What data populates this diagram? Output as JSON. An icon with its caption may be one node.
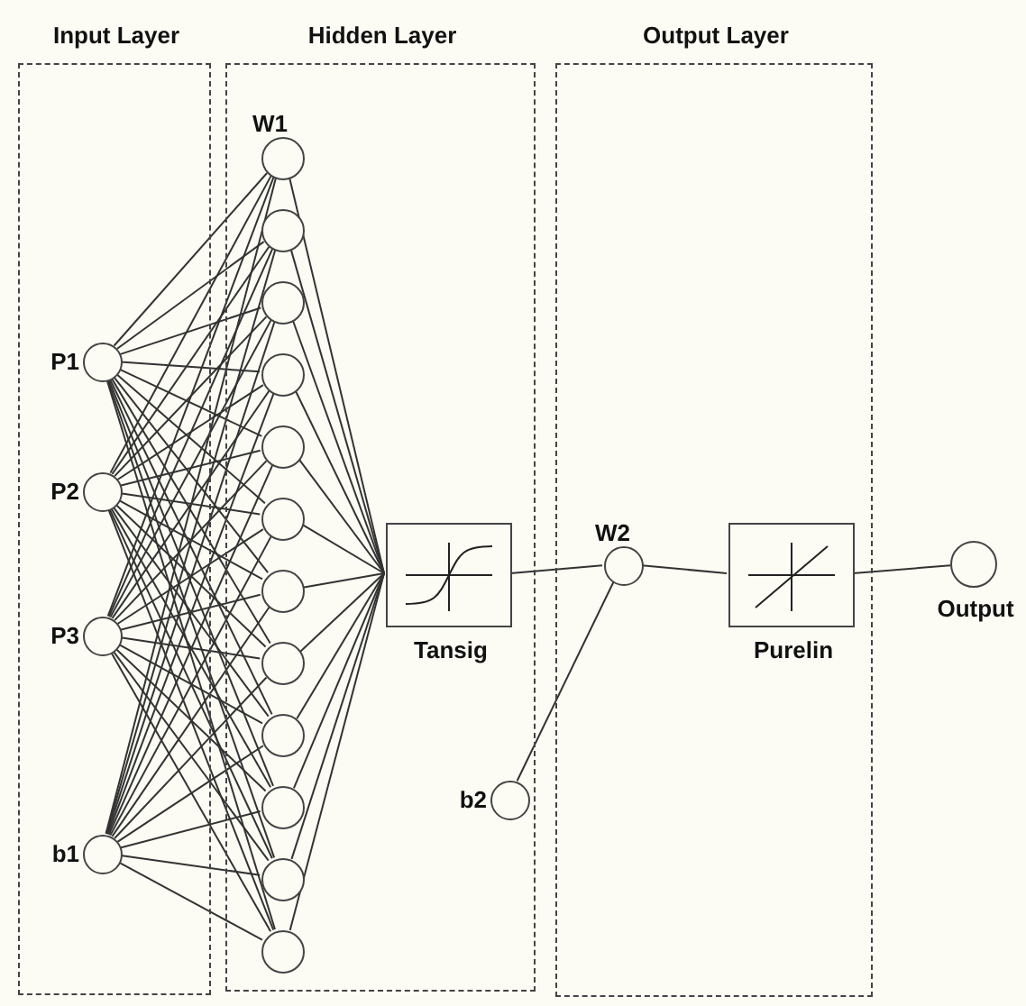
{
  "diagram": {
    "nodes": [
      {
        "text": [
          "Input Layer"
        ]
      },
      {
        "text": [
          "P1"
        ],
        "in": 0
      },
      {
        "text": [
          "P2"
        ],
        "in": 0
      },
      {
        "text": [
          "P3"
        ],
        "in": 0
      },
      {
        "text": [
          "b1"
        ],
        "in": 0
      },
      {
        "text": [
          "Hidden Layer"
        ]
      },
      {
        "text": [
          "W1"
        ],
        "in": 5
      },
      {
        "text": [],
        "shape": "circle",
        "in": 5
      },
      {
        "text": [],
        "shape": "circle",
        "in": 5
      },
      {
        "text": [],
        "shape": "circle",
        "in": 5
      },
      {
        "text": [],
        "shape": "circle",
        "in": 5
      },
      {
        "text": [],
        "shape": "circle",
        "in": 5
      },
      {
        "text": [],
        "shape": "circle",
        "in": 5
      },
      {
        "text": [],
        "shape": "circle",
        "in": 5
      },
      {
        "text": [],
        "shape": "circle",
        "in": 5
      },
      {
        "text": [],
        "shape": "circle",
        "in": 5
      },
      {
        "text": [],
        "shape": "circle",
        "in": 5
      },
      {
        "text": [],
        "shape": "circle",
        "in": 5
      },
      {
        "text": [
          "Tansig"
        ],
        "in": 5
      },
      {
        "text": [
          "b2"
        ],
        "in": 5
      },
      {
        "text": [
          "Output Layer"
        ]
      },
      {
        "text": [
          "W2"
        ],
        "in": 20
      },
      {
        "text": [
          "Purelin"
        ],
        "in": 20
      },
      {
        "text": [
          "Output"
        ]
      }
    ],
    "edges": [
      {
        "from": 1,
        "to": 6,
        "arrow": "none"
      },
      {
        "from": 1,
        "to": 7,
        "arrow": "none"
      },
      {
        "from": 1,
        "to": 8,
        "arrow": "none"
      },
      {
        "from": 1,
        "to": 9,
        "arrow": "none"
      },
      {
        "from": 1,
        "to": 10,
        "arrow": "none"
      },
      {
        "from": 1,
        "to": 11,
        "arrow": "none"
      },
      {
        "from": 1,
        "to": 12,
        "arrow": "none"
      },
      {
        "from": 1,
        "to": 13,
        "arrow": "none"
      },
      {
        "from": 1,
        "to": 14,
        "arrow": "none"
      },
      {
        "from": 1,
        "to": 15,
        "arrow": "none"
      },
      {
        "from": 1,
        "to": 16,
        "arrow": "none"
      },
      {
        "from": 1,
        "to": 17,
        "arrow": "none"
      },
      {
        "from": 2,
        "to": 6,
        "arrow": "none"
      },
      {
        "from": 2,
        "to": 7,
        "arrow": "none"
      },
      {
        "from": 2,
        "to": 8,
        "arrow": "none"
      },
      {
        "from": 2,
        "to": 9,
        "arrow": "none"
      },
      {
        "from": 2,
        "to": 10,
        "arrow": "none"
      },
      {
        "from": 2,
        "to": 11,
        "arrow": "none"
      },
      {
        "from": 2,
        "to": 12,
        "arrow": "none"
      },
      {
        "from": 2,
        "to": 13,
        "arrow": "none"
      },
      {
        "from": 2,
        "to": 14,
        "arrow": "none"
      },
      {
        "from": 2,
        "to": 15,
        "arrow": "none"
      },
      {
        "from": 2,
        "to": 16,
        "arrow": "none"
      },
      {
        "from": 2,
        "to": 17,
        "arrow": "none"
      },
      {
        "from": 3,
        "to": 6,
        "arrow": "none"
      },
      {
        "from": 3,
        "to": 7,
        "arrow": "none"
      },
      {
        "from": 3,
        "to": 8,
        "arrow": "none"
      },
      {
        "from": 3,
        "to": 9,
        "arrow": "none"
      },
      {
        "from": 3,
        "to": 10,
        "arrow": "none"
      },
      {
        "from": 3,
        "to": 11,
        "arrow": "none"
      },
      {
        "from": 3,
        "to": 12,
        "arrow": "none"
      },
      {
        "from": 3,
        "to": 13,
        "arrow": "none"
      },
      {
        "from": 3,
        "to": 14,
        "arrow": "none"
      },
      {
        "from": 3,
        "to": 15,
        "arrow": "none"
      },
      {
        "from": 3,
        "to": 16,
        "arrow": "none"
      },
      {
        "from": 3,
        "to": 17,
        "arrow": "none"
      },
      {
        "from": 4,
        "to": 6,
        "arrow": "none"
      },
      {
        "from": 4,
        "to": 7,
        "arrow": "none"
      },
      {
        "from": 4,
        "to": 8,
        "arrow": "none"
      },
      {
        "from": 4,
        "to": 9,
        "arrow": "none"
      },
      {
        "from": 4,
        "to": 10,
        "arrow": "none"
      },
      {
        "from": 4,
        "to": 11,
        "arrow": "none"
      },
      {
        "from": 4,
        "to": 12,
        "arrow": "none"
      },
      {
        "from": 4,
        "to": 13,
        "arrow": "none"
      },
      {
        "from": 4,
        "to": 14,
        "arrow": "none"
      },
      {
        "from": 4,
        "to": 15,
        "arrow": "none"
      },
      {
        "from": 4,
        "to": 16,
        "arrow": "none"
      },
      {
        "from": 4,
        "to": 17,
        "arrow": "none"
      },
      {
        "from": 6,
        "to": 18,
        "arrow": "none"
      },
      {
        "from": 7,
        "to": 18,
        "arrow": "none"
      },
      {
        "from": 8,
        "to": 18,
        "arrow": "none"
      },
      {
        "from": 9,
        "to": 18,
        "arrow": "none"
      },
      {
        "from": 10,
        "to": 18,
        "arrow": "none"
      },
      {
        "from": 11,
        "to": 18,
        "arrow": "none"
      },
      {
        "from": 12,
        "to": 18,
        "arrow": "none"
      },
      {
        "from": 13,
        "to": 18,
        "arrow": "none"
      },
      {
        "from": 14,
        "to": 18,
        "arrow": "none"
      },
      {
        "from": 15,
        "to": 18,
        "arrow": "none"
      },
      {
        "from": 16,
        "to": 18,
        "arrow": "none"
      },
      {
        "from": 17,
        "to": 18,
        "arrow": "none"
      },
      {
        "from": 18,
        "to": 21,
        "arrow": "none"
      },
      {
        "from": 19,
        "to": 21,
        "arrow": "none"
      },
      {
        "from": 21,
        "to": 22,
        "arrow": "none"
      },
      {
        "from": 22,
        "to": 23,
        "arrow": "none"
      }
    ]
  }
}
